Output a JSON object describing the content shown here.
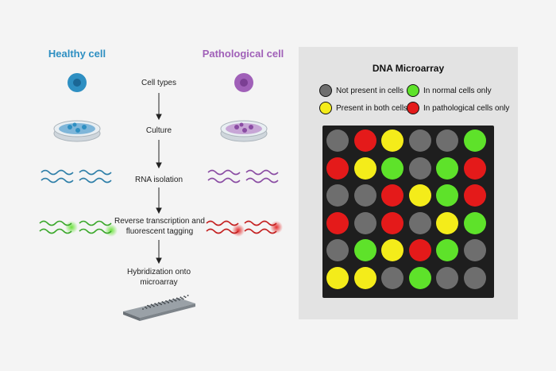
{
  "left": {
    "healthy_title": "Healthy cell",
    "pathological_title": "Pathological cell",
    "steps": [
      "Cell types",
      "Culture",
      "RNA isolation",
      "Reverse transcription and\nfluorescent tagging",
      "Hybridization onto\nmicroarray"
    ]
  },
  "colors": {
    "healthy": "#2e8fc2",
    "pathological": "#a060b8",
    "gray": "#6e6e6e",
    "green": "#5ee22a",
    "yellow": "#f4ec1a",
    "red": "#e41a1a"
  },
  "microarray": {
    "title": "DNA Microarray",
    "legend": [
      {
        "key": "gray",
        "label": "Not present in cells"
      },
      {
        "key": "green",
        "label": "In normal cells only"
      },
      {
        "key": "yellow",
        "label": "Present in both cells"
      },
      {
        "key": "red",
        "label": "In pathological cells only"
      }
    ],
    "grid": [
      [
        "gray",
        "red",
        "yellow",
        "gray",
        "gray",
        "green"
      ],
      [
        "red",
        "yellow",
        "green",
        "gray",
        "green",
        "red"
      ],
      [
        "gray",
        "gray",
        "red",
        "yellow",
        "green",
        "red"
      ],
      [
        "red",
        "gray",
        "red",
        "gray",
        "yellow",
        "green"
      ],
      [
        "gray",
        "green",
        "yellow",
        "red",
        "green",
        "gray"
      ],
      [
        "yellow",
        "yellow",
        "gray",
        "green",
        "gray",
        "gray"
      ]
    ]
  }
}
